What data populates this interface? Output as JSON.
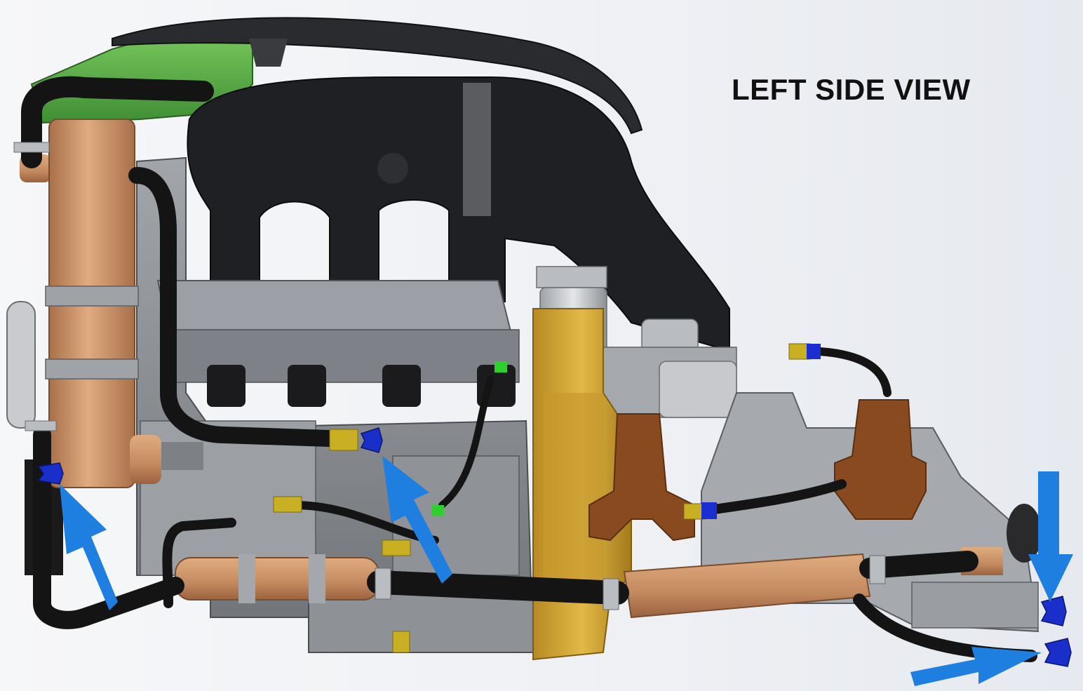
{
  "diagram": {
    "title": "LEFT SIDE VIEW"
  },
  "colors": {
    "engine_block": "#8f9399",
    "manifold": "#1e1f22",
    "hose": "#141414",
    "copper": "#c98f62",
    "mount": "#8a4a1f",
    "bellhousing": "#d3a42f",
    "reservoir": "#5fb24a",
    "filter": "#bfc3c8",
    "arrow": "#1f7fe0",
    "drain_valve": "#1a2fc9"
  },
  "callouts": [
    {
      "name": "heat-exchanger-drain",
      "target": "drain-valve-heat-exchanger"
    },
    {
      "name": "block-drain",
      "target": "drain-valve-block"
    },
    {
      "name": "transmission-cooler-drain-upper",
      "target": "drain-valve-upper-right"
    },
    {
      "name": "transmission-cooler-drain-lower",
      "target": "drain-valve-lower-right"
    }
  ]
}
